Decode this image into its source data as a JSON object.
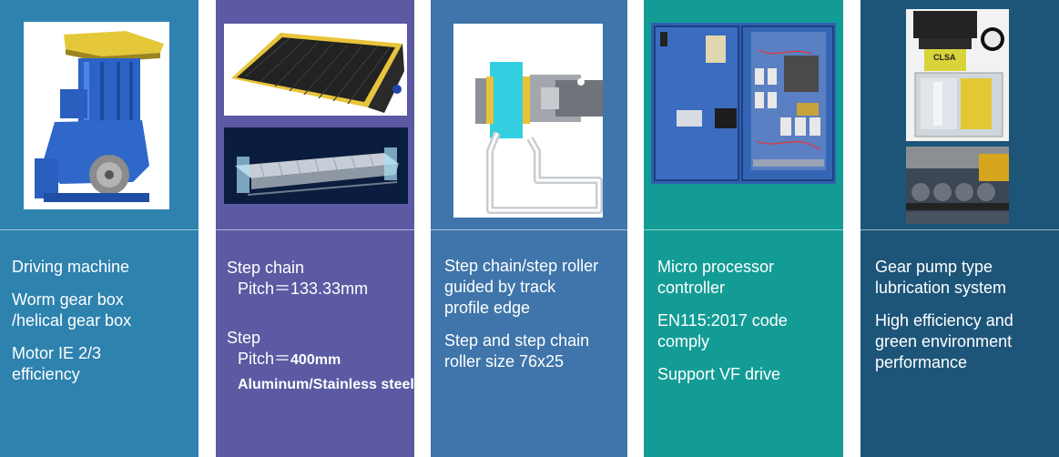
{
  "panels": [
    {
      "id": "driving-machine",
      "color": "#2e82ae",
      "image_icon": "worm-gear-motor-photo",
      "lines": [
        "Driving machine",
        "Worm gear box",
        "/helical gear box",
        "Motor IE 2/3",
        "efficiency"
      ]
    },
    {
      "id": "step-chain",
      "color": "#5b5aa3",
      "image_icons": [
        "escalator-step-photo",
        "step-chain-assembly-photo"
      ],
      "step_chain_title": "Step chain",
      "step_chain_pitch": "Pitch＝133.33mm",
      "step_title": "Step",
      "step_pitch_label": "Pitch＝",
      "step_pitch_value": "400mm",
      "step_material": "Aluminum/Stainless steel"
    },
    {
      "id": "step-roller",
      "color": "#3f75aa",
      "image_icon": "roller-track-diagram",
      "lines": [
        "Step chain/step roller",
        "guided by track",
        "profile edge",
        "Step and step chain",
        "roller size 76x25"
      ]
    },
    {
      "id": "controller",
      "color": "#139c95",
      "image_icon": "control-cabinet-photo",
      "lines": [
        "Micro processor",
        "controller",
        "EN115:2017 code",
        "comply",
        "Support VF drive"
      ]
    },
    {
      "id": "lubrication",
      "color": "#1d5579",
      "image_icons": [
        "gear-pump-photo",
        "chain-lubrication-photo"
      ],
      "pump_label": "CLSA",
      "lines": [
        "Gear pump type",
        "lubrication system",
        "High efficiency and",
        "green environment",
        "performance"
      ]
    }
  ]
}
